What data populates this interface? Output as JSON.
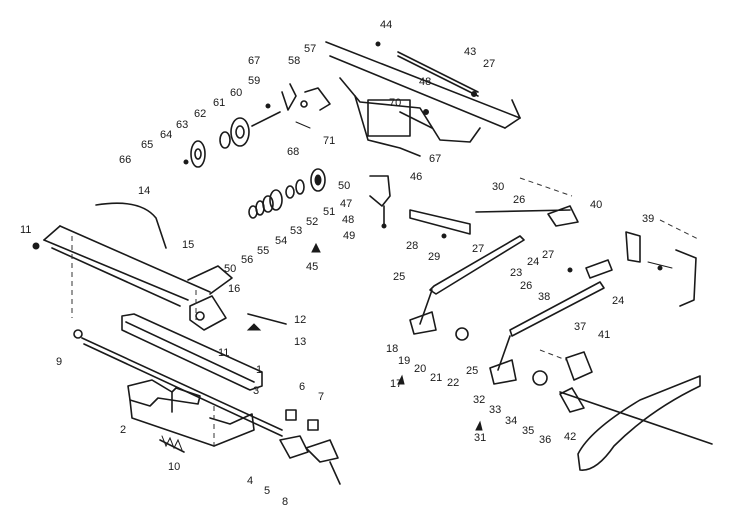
{
  "labels": [
    "44",
    "57",
    "43",
    "27",
    "67",
    "58",
    "48",
    "59",
    "61",
    "60",
    "62",
    "63",
    "64",
    "65",
    "66",
    "70",
    "71",
    "68",
    "67",
    "14",
    "11",
    "15",
    "50",
    "46",
    "30",
    "26",
    "40",
    "39",
    "47",
    "51",
    "48",
    "52",
    "53",
    "49",
    "54",
    "55",
    "56",
    "45",
    "50",
    "28",
    "29",
    "27",
    "25",
    "23",
    "24",
    "27",
    "26",
    "38",
    "24",
    "16",
    "12",
    "13",
    "11",
    "9",
    "37",
    "41",
    "18",
    "19",
    "17",
    "20",
    "21",
    "22",
    "25",
    "1",
    "3",
    "6",
    "7",
    "2",
    "10",
    "4",
    "5",
    "8",
    "32",
    "33",
    "31",
    "34",
    "35",
    "36",
    "42"
  ]
}
